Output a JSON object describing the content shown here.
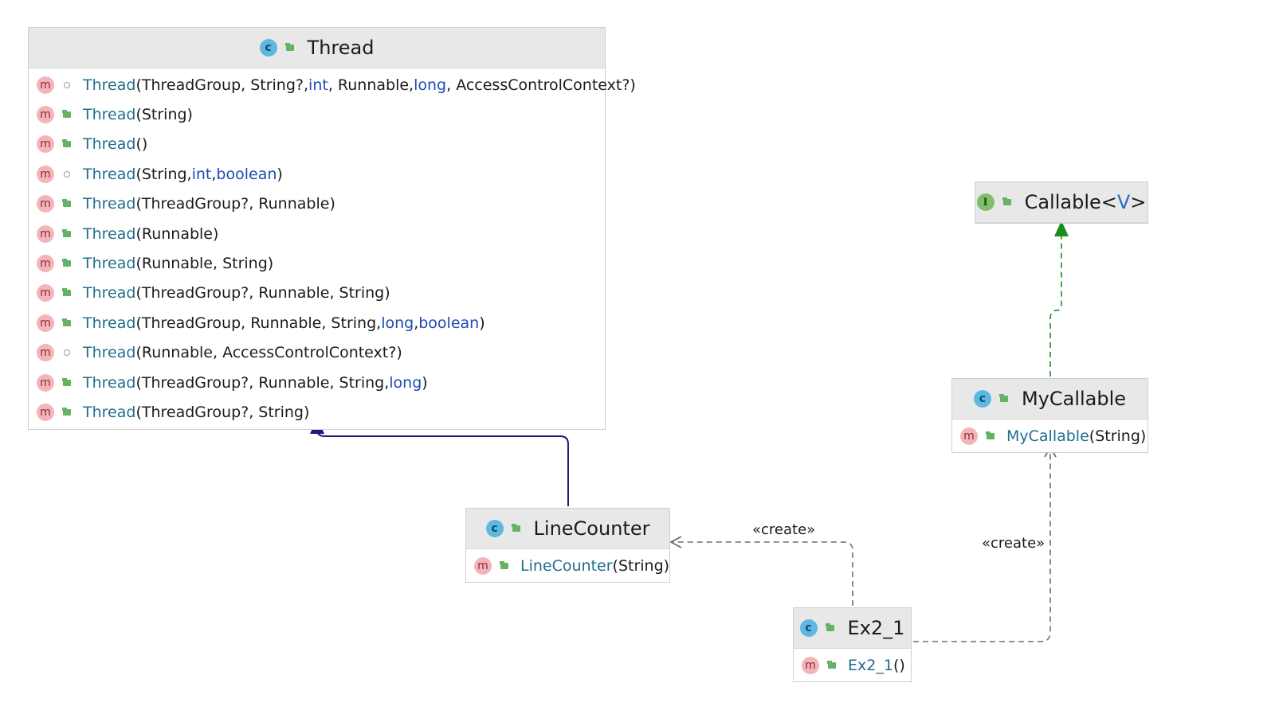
{
  "diagram": {
    "nodes": [
      {
        "id": "thread",
        "kind": "class",
        "badge": "c",
        "visibility": "public",
        "title": [
          {
            "text": "Thread"
          }
        ],
        "members": [
          {
            "kind": "m",
            "visibility": "package",
            "segments": [
              {
                "text": "Thread",
                "role": "name"
              },
              {
                "text": "(ThreadGroup, String?, "
              },
              {
                "text": "int",
                "role": "kw"
              },
              {
                "text": ", Runnable, "
              },
              {
                "text": "long",
                "role": "kw"
              },
              {
                "text": ", AccessControlContext?)"
              }
            ]
          },
          {
            "kind": "m",
            "visibility": "public",
            "segments": [
              {
                "text": "Thread",
                "role": "name"
              },
              {
                "text": "(String)"
              }
            ]
          },
          {
            "kind": "m",
            "visibility": "public",
            "segments": [
              {
                "text": "Thread",
                "role": "name"
              },
              {
                "text": "()"
              }
            ]
          },
          {
            "kind": "m",
            "visibility": "package",
            "segments": [
              {
                "text": "Thread",
                "role": "name"
              },
              {
                "text": "(String, "
              },
              {
                "text": "int",
                "role": "kw"
              },
              {
                "text": ", "
              },
              {
                "text": "boolean",
                "role": "kw"
              },
              {
                "text": ")"
              }
            ]
          },
          {
            "kind": "m",
            "visibility": "public",
            "segments": [
              {
                "text": "Thread",
                "role": "name"
              },
              {
                "text": "(ThreadGroup?, Runnable)"
              }
            ]
          },
          {
            "kind": "m",
            "visibility": "public",
            "segments": [
              {
                "text": "Thread",
                "role": "name"
              },
              {
                "text": "(Runnable)"
              }
            ]
          },
          {
            "kind": "m",
            "visibility": "public",
            "segments": [
              {
                "text": "Thread",
                "role": "name"
              },
              {
                "text": "(Runnable, String)"
              }
            ]
          },
          {
            "kind": "m",
            "visibility": "public",
            "segments": [
              {
                "text": "Thread",
                "role": "name"
              },
              {
                "text": "(ThreadGroup?, Runnable, String)"
              }
            ]
          },
          {
            "kind": "m",
            "visibility": "public",
            "segments": [
              {
                "text": "Thread",
                "role": "name"
              },
              {
                "text": "(ThreadGroup, Runnable, String, "
              },
              {
                "text": "long",
                "role": "kw"
              },
              {
                "text": ", "
              },
              {
                "text": "boolean",
                "role": "kw"
              },
              {
                "text": ")"
              }
            ]
          },
          {
            "kind": "m",
            "visibility": "package",
            "segments": [
              {
                "text": "Thread",
                "role": "name"
              },
              {
                "text": "(Runnable, AccessControlContext?)"
              }
            ]
          },
          {
            "kind": "m",
            "visibility": "public",
            "segments": [
              {
                "text": "Thread",
                "role": "name"
              },
              {
                "text": "(ThreadGroup?, Runnable, String, "
              },
              {
                "text": "long",
                "role": "kw"
              },
              {
                "text": ")"
              }
            ]
          },
          {
            "kind": "m",
            "visibility": "public",
            "segments": [
              {
                "text": "Thread",
                "role": "name"
              },
              {
                "text": "(ThreadGroup?, String)"
              }
            ]
          }
        ]
      },
      {
        "id": "callable",
        "kind": "interface",
        "badge": "I",
        "visibility": "public",
        "title": [
          {
            "text": "Callable<"
          },
          {
            "text": "V",
            "role": "tparam"
          },
          {
            "text": ">"
          }
        ],
        "members": []
      },
      {
        "id": "mycallable",
        "kind": "class",
        "badge": "c",
        "visibility": "public",
        "title": [
          {
            "text": "MyCallable"
          }
        ],
        "members": [
          {
            "kind": "m",
            "visibility": "public",
            "segments": [
              {
                "text": "MyCallable",
                "role": "name"
              },
              {
                "text": "(String)"
              }
            ]
          }
        ]
      },
      {
        "id": "linecounter",
        "kind": "class",
        "badge": "c",
        "visibility": "public",
        "title": [
          {
            "text": "LineCounter"
          }
        ],
        "members": [
          {
            "kind": "m",
            "visibility": "public",
            "segments": [
              {
                "text": "LineCounter",
                "role": "name"
              },
              {
                "text": "(String)"
              }
            ]
          }
        ]
      },
      {
        "id": "ex2_1",
        "kind": "class",
        "badge": "c",
        "visibility": "public",
        "title": [
          {
            "text": "Ex2_1"
          }
        ],
        "members": [
          {
            "kind": "m",
            "visibility": "public",
            "segments": [
              {
                "text": "Ex2_1",
                "role": "name"
              },
              {
                "text": "()"
              }
            ]
          }
        ]
      }
    ],
    "edges": [
      {
        "id": "linecounter-extends-thread",
        "type": "extends",
        "from": "linecounter",
        "to": "thread",
        "label": ""
      },
      {
        "id": "mycallable-implements-callable",
        "type": "implements",
        "from": "mycallable",
        "to": "callable",
        "label": ""
      },
      {
        "id": "ex2_1-creates-linecounter",
        "type": "create",
        "from": "ex2_1",
        "to": "linecounter",
        "label": "«create»"
      },
      {
        "id": "ex2_1-creates-mycallable",
        "type": "create",
        "from": "ex2_1",
        "to": "mycallable",
        "label": "«create»"
      }
    ],
    "colors": {
      "extends": "#1a1a80",
      "implements": "#1e8c1e",
      "create": "#6e6e6e",
      "header_bg": "#e8e8e8",
      "method_name": "#1f6f8b",
      "keyword": "#1f4bb5"
    }
  }
}
